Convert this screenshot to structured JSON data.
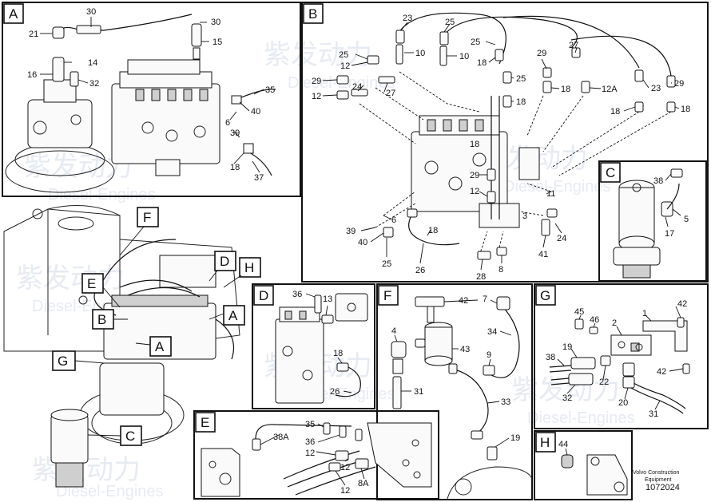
{
  "watermark": {
    "cn": "紫发动力",
    "en": "Diesel-Engines",
    "color": "#c9d2e3"
  },
  "footer": {
    "line1": "Volvo Construction",
    "line2": "Equipment",
    "drawing_number": "1072024"
  },
  "panels": {
    "A": {
      "letter": "A",
      "callouts": [
        "30",
        "30",
        "21",
        "15",
        "14",
        "16",
        "32",
        "35",
        "40",
        "6",
        "39",
        "18",
        "37"
      ]
    },
    "B": {
      "letter": "B",
      "callouts": [
        "23",
        "25",
        "25",
        "10",
        "10",
        "18",
        "29",
        "27",
        "25",
        "12",
        "24",
        "29",
        "27",
        "12",
        "18",
        "25",
        "18",
        "18",
        "12A",
        "23",
        "29",
        "18",
        "18",
        "29",
        "12",
        "11",
        "3",
        "6",
        "39",
        "40",
        "18",
        "24",
        "25",
        "26",
        "41",
        "28",
        "8"
      ]
    },
    "C": {
      "letter": "C",
      "callouts": [
        "38",
        "5",
        "17"
      ]
    },
    "D": {
      "letter": "D",
      "callouts": [
        "36",
        "13",
        "18",
        "26"
      ]
    },
    "E": {
      "letter": "E",
      "callouts": [
        "38A",
        "35",
        "36",
        "12",
        "12",
        "8A",
        "12"
      ]
    },
    "F": {
      "letter": "F",
      "callouts": [
        "42",
        "7",
        "4",
        "43",
        "34",
        "9",
        "31",
        "33",
        "19"
      ]
    },
    "G": {
      "letter": "G",
      "callouts": [
        "45",
        "46",
        "1",
        "42",
        "2",
        "38",
        "19",
        "22",
        "32",
        "20",
        "42",
        "31"
      ]
    },
    "H": {
      "letter": "H",
      "callouts": [
        "44"
      ]
    },
    "overview": {
      "labels": [
        "F",
        "D",
        "H",
        "E",
        "B",
        "A",
        "A",
        "G",
        "C"
      ]
    }
  }
}
